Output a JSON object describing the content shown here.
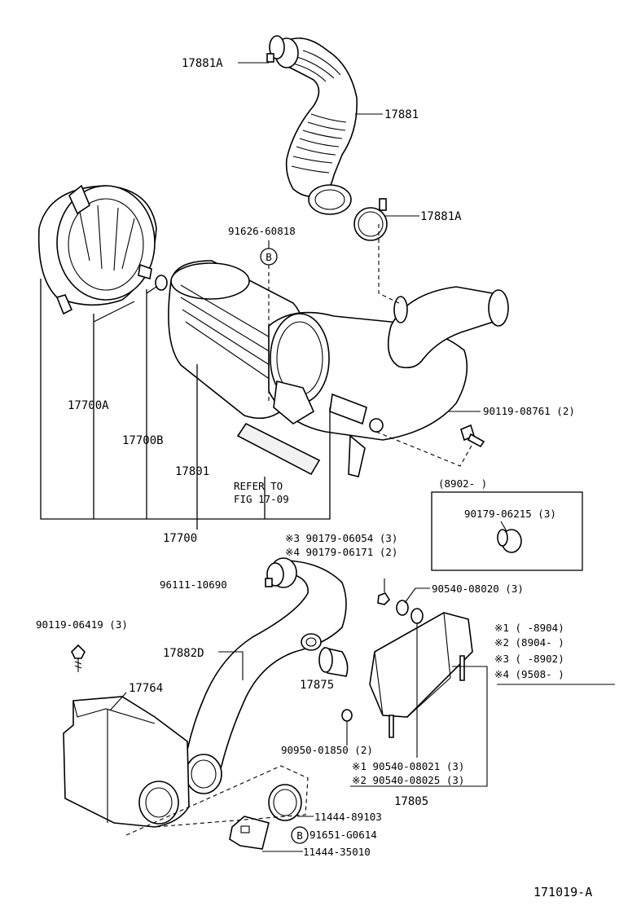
{
  "labels": {
    "p17881a_top": "17881A",
    "p17881": "17881",
    "p17881a_mid": "17881A",
    "p91626": "91626-60818",
    "callout_b_top": "B",
    "p17700a": "17700A",
    "p17700b": "17700B",
    "p17801": "17801",
    "refer_to": "REFER TO",
    "refer_fig": "FIG 17-09",
    "p17700": "17700",
    "p90119_08761": "90119-08761 (2)",
    "box_range": "(8902-      )",
    "p90179_06215": "90179-06215 (3)",
    "p90179_06054": "※3 90179-06054 (3)",
    "p90179_06171": "※4 90179-06171 (2)",
    "p96111": "96111-10690",
    "p90540_08020": "90540-08020 (3)",
    "p90119_06419": "90119-06419 (3)",
    "p17882d": "17882D",
    "p17875": "17875",
    "p17764": "17764",
    "note1": "※1 (     -8904)",
    "note2": "※2 (8904-     )",
    "note3": "※3 (     -8902)",
    "note4": "※4 (9508-     )",
    "p90950": "90950-01850 (2)",
    "p90540_08021": "※1 90540-08021 (3)",
    "p90540_08025": "※2 90540-08025 (3)",
    "p17805": "17805",
    "p11444_89103": "11444-89103",
    "callout_b_bot": "B",
    "p91651": "91651-G0614",
    "p11444_35010": "11444-35010",
    "diagram_id": "171019-A"
  }
}
